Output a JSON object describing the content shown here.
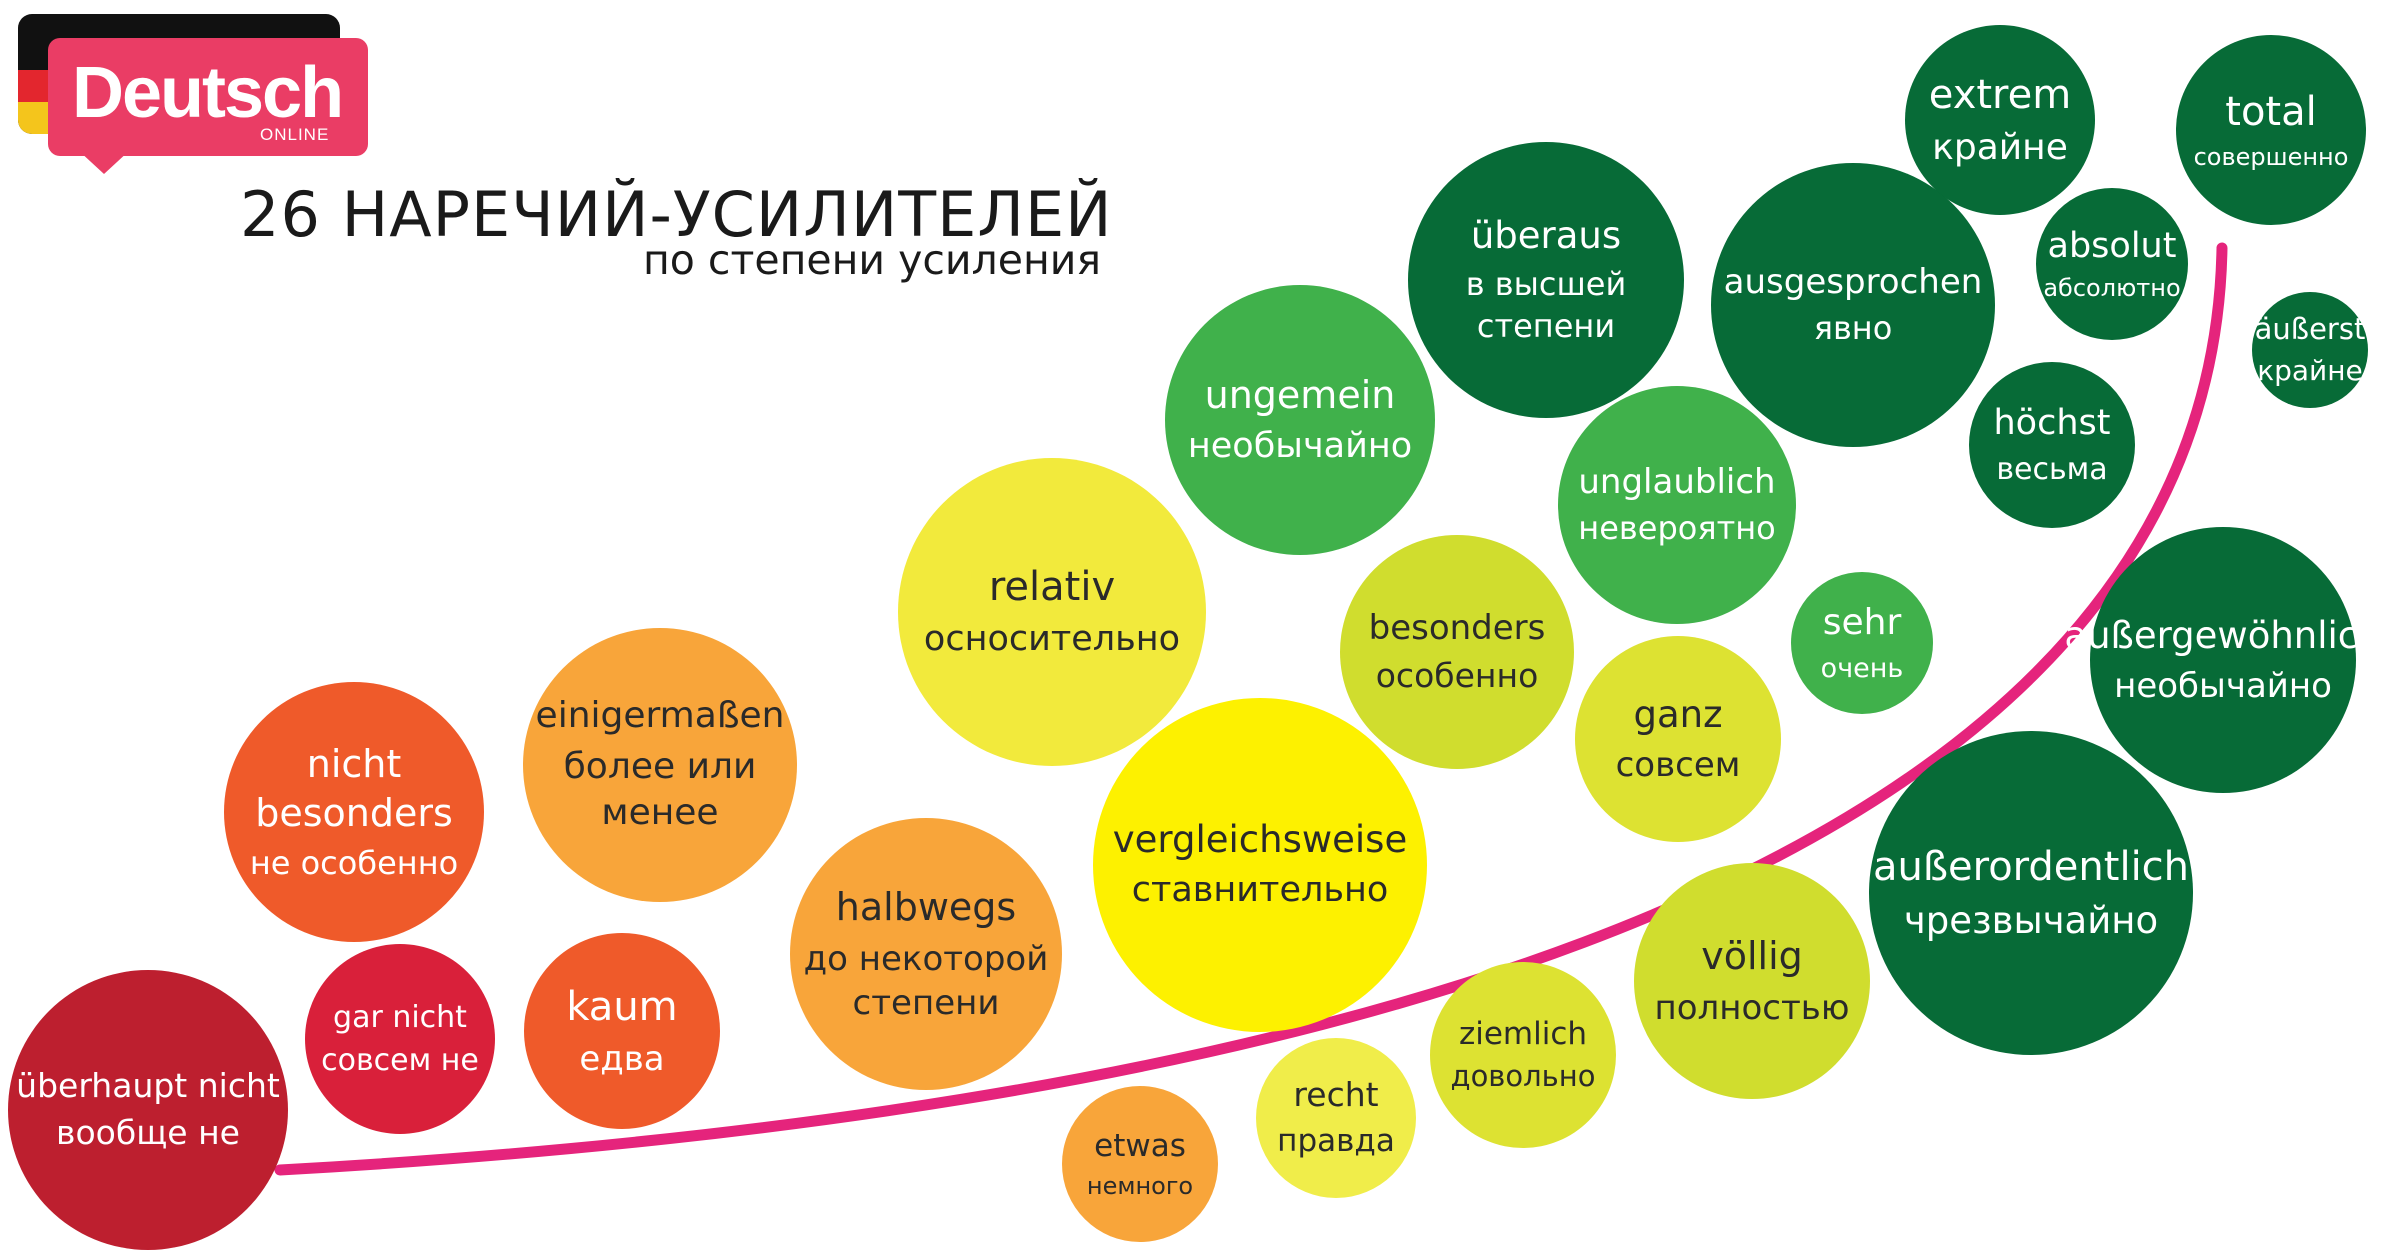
{
  "brand": {
    "name": "Deutsch",
    "tagline": "ONLINE",
    "flag_colors": [
      "#111111",
      "#e3262e",
      "#f4c51c"
    ],
    "accent": "#ea3d65"
  },
  "title": "26 НАРЕЧИЙ-УСИЛИТЕЛЕЙ",
  "subtitle": "по степени усиления",
  "curve_color": "#e5247c",
  "adverbs": [
    {
      "de": "überhaupt nicht",
      "ru": "вообще не",
      "color": "#bd1f2f"
    },
    {
      "de": "gar nicht",
      "ru": "совсем не",
      "color": "#d9203a"
    },
    {
      "de": "nicht besonders",
      "ru": "не особенно",
      "color": "#ef5a2a"
    },
    {
      "de": "kaum",
      "ru": "едва",
      "color": "#ef5a2a"
    },
    {
      "de": "einigermaßen",
      "ru": "более или менее",
      "color": "#f8a53a"
    },
    {
      "de": "halbwegs",
      "ru": "до некоторой степени",
      "color": "#f8a53a"
    },
    {
      "de": "etwas",
      "ru": "немного",
      "color": "#f8a53a"
    },
    {
      "de": "relativ",
      "ru": "осносительно",
      "color": "#f2ea3c"
    },
    {
      "de": "vergleichsweise",
      "ru": "ставнительно",
      "color": "#fdf100"
    },
    {
      "de": "recht",
      "ru": "правда",
      "color": "#f0ed4a"
    },
    {
      "de": "ziemlich",
      "ru": "довольно",
      "color": "#dde232"
    },
    {
      "de": "ganz",
      "ru": "совсем",
      "color": "#dde232"
    },
    {
      "de": "besonders",
      "ru": "особенно",
      "color": "#d0dd2e"
    },
    {
      "de": "völlig",
      "ru": "полностью",
      "color": "#d0dd2e"
    },
    {
      "de": "sehr",
      "ru": "очень",
      "color": "#40b14b"
    },
    {
      "de": "unglaublich",
      "ru": "невероятно",
      "color": "#40b14b"
    },
    {
      "de": "ungemein",
      "ru": "необычайно",
      "color": "#40b14b"
    },
    {
      "de": "überaus",
      "ru": "в высшей степени",
      "color": "#076b37"
    },
    {
      "de": "ausgesprochen",
      "ru": "явно",
      "color": "#076b37"
    },
    {
      "de": "extrem",
      "ru": "крайне",
      "color": "#076b37"
    },
    {
      "de": "total",
      "ru": "совершенно",
      "color": "#076b37"
    },
    {
      "de": "absolut",
      "ru": "абсолютно",
      "color": "#076b37"
    },
    {
      "de": "äußerst",
      "ru": "крайне",
      "color": "#076b37"
    },
    {
      "de": "höchst",
      "ru": "весьма",
      "color": "#076b37"
    },
    {
      "de": "außergewöhnlich",
      "ru": "необычайно",
      "color": "#076b37"
    },
    {
      "de": "außerordentlich",
      "ru": "чрезвычайно",
      "color": "#076b37"
    }
  ]
}
